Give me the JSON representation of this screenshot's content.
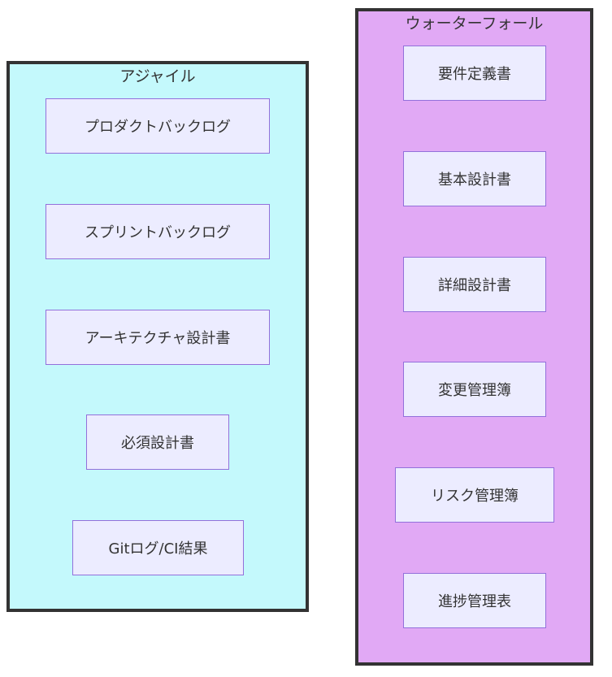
{
  "groups": {
    "agile": {
      "title": "アジャイル",
      "fill": "#C4F9FC",
      "nodes": [
        "プロダクトバックログ",
        "スプリントバックログ",
        "アーキテクチャ設計書",
        "必須設計書",
        "Gitログ/CI結果"
      ]
    },
    "waterfall": {
      "title": "ウォーターフォール",
      "fill": "#E1A9F5",
      "nodes": [
        "要件定義書",
        "基本設計書",
        "詳細設計書",
        "変更管理簿",
        "リスク管理簿",
        "進捗管理表"
      ]
    }
  },
  "colors": {
    "node_fill": "#ECECFF",
    "node_border": "#9370DB",
    "group_border": "#333333"
  }
}
